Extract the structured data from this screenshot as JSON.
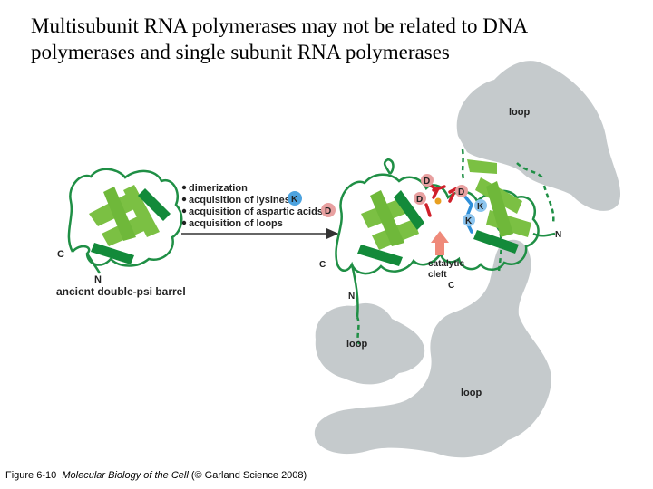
{
  "title": "Multisubunit RNA polymerases may not be related to DNA polymerases and single subunit RNA polymerases",
  "left_structure": {
    "terminus_c": "C",
    "terminus_n": "N",
    "label": "ancient double-psi barrel"
  },
  "steps": [
    {
      "text": "dimerization",
      "badge": ""
    },
    {
      "text": "acquisition of lysines",
      "badge": "K"
    },
    {
      "text": "acquisition of aspartic acids",
      "badge": "D"
    },
    {
      "text": "acquisition of loops",
      "badge": ""
    }
  ],
  "right_structure": {
    "loop_labels": [
      "loop",
      "loop",
      "loop"
    ],
    "termini": {
      "n_right": "N",
      "c_left": "C",
      "n_bottom": "N",
      "c_center": "C"
    },
    "residues": {
      "d_top_left": "D",
      "d_top_right": "D",
      "d_mid": "D",
      "k_top": "K",
      "k_bottom": "K"
    },
    "cleft_label_line1": "catalytic",
    "cleft_label_line2": "cleft"
  },
  "colors": {
    "coil": "#1f8f45",
    "sheet": "#7bc043",
    "sheet_dark": "#138a3a",
    "loop_gray": "#c5cacc",
    "badge_k": "#4da3df",
    "badge_d": "#e8a0a0",
    "aspartate_red": "#d0202a",
    "lysine_blue": "#2f8fd8",
    "cleft_arrow": "#ef8a7a"
  },
  "caption": {
    "figure": "Figure 6-10",
    "book": "Molecular Biology of the Cell",
    "credit": "(© Garland Science 2008)"
  }
}
